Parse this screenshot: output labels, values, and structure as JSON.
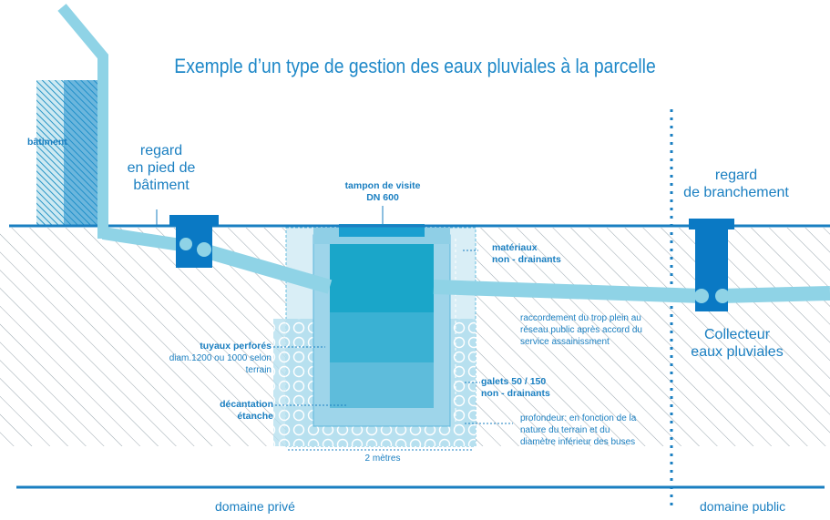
{
  "title": "Exemple d’un type de gestion des eaux pluviales à la parcelle",
  "labels": {
    "batiment": "bâtiment",
    "regard_pied_1": "regard",
    "regard_pied_2": "en pied de",
    "regard_pied_3": "bâtiment",
    "tampon_1": "tampon de visite",
    "tampon_2": "DN 600",
    "regard_branch_1": "regard",
    "regard_branch_2": "de branchement",
    "materiaux_1": "matériaux",
    "materiaux_2": "non - drainants",
    "raccordement_1": "raccordement du trop plein au",
    "raccordement_2": "réseau public après accord du",
    "raccordement_3": "service assainissment",
    "collecteur_1": "Collecteur",
    "collecteur_2": "eaux pluviales",
    "tuyaux_1": "tuyaux perforés",
    "tuyaux_2": "diam.1200 ou 1000 selon",
    "tuyaux_3": "terrain",
    "galets_1": "galets 50 / 150",
    "galets_2": "non - drainants",
    "decantation_1": "décantation",
    "decantation_2": "étanche",
    "profondeur_1": "profondeur: en fonction de la",
    "profondeur_2": "nature du terrain et du",
    "profondeur_3": "diamètre inférieur des buses",
    "width": "2 mètres",
    "domaine_prive": "domaine privé",
    "domaine_public": "domaine public"
  },
  "colors": {
    "primary_blue": "#1a7fc1",
    "light_pipe": "#8fd3e6",
    "dark_regard": "#0a79c4",
    "ground_hatch": "#9aa6ae",
    "gravel": "#a9d9ec",
    "tank_top": "#1aa6c9",
    "tank_mid": "#3ab1d3",
    "tank_low": "#5ebcdb"
  }
}
